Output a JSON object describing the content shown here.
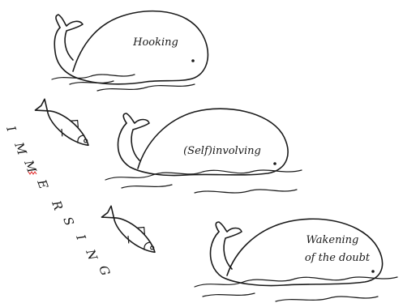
{
  "whales": [
    {
      "id": "hooking",
      "label_lines": [
        "Hooking"
      ]
    },
    {
      "id": "self-involving",
      "label_lines": [
        "(Self)involving"
      ]
    },
    {
      "id": "wakening",
      "label_lines": [
        "Wakening",
        "of the doubt"
      ]
    }
  ],
  "side_label": {
    "letters": [
      "I",
      "M",
      "M",
      "E",
      "R",
      "S",
      "I",
      "N",
      "G"
    ]
  },
  "colors": {
    "ink": "#1a1a1a",
    "background": "#ffffff",
    "spellcheck_underline": "#e02020"
  }
}
